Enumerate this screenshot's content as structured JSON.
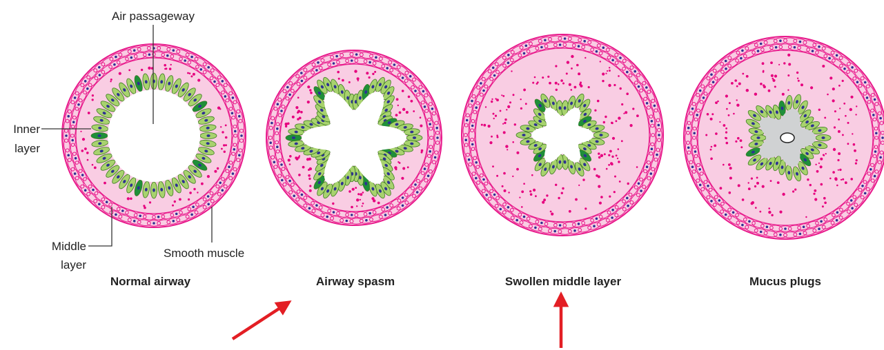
{
  "labels": {
    "air_passageway": "Air passageway",
    "inner_layer": [
      "Inner",
      "layer"
    ],
    "middle_layer": [
      "Middle",
      "layer"
    ],
    "smooth_muscle": "Smooth muscle"
  },
  "panels": [
    {
      "caption": "Normal airway"
    },
    {
      "caption": "Airway spasm"
    },
    {
      "caption": "Swollen middle layer"
    },
    {
      "caption": "Mucus plugs"
    }
  ],
  "colors": {
    "muscle_ring": "#e8198b",
    "tissue_fill": "#f9cde3",
    "dots": "#e6007e",
    "nuclei": "#2e3192",
    "cell_fill": "#a8d26e",
    "cell_dark": "#1f8f3a",
    "cell_stroke": "#3a7a1f",
    "mucus": "#d0d2d3",
    "arrow": "#e31e24",
    "leader": "#333333"
  },
  "arrows": [
    {
      "name": "arrow-to-airway-spasm",
      "direction": "up-right"
    },
    {
      "name": "arrow-to-swollen-middle-layer",
      "direction": "up"
    }
  ]
}
